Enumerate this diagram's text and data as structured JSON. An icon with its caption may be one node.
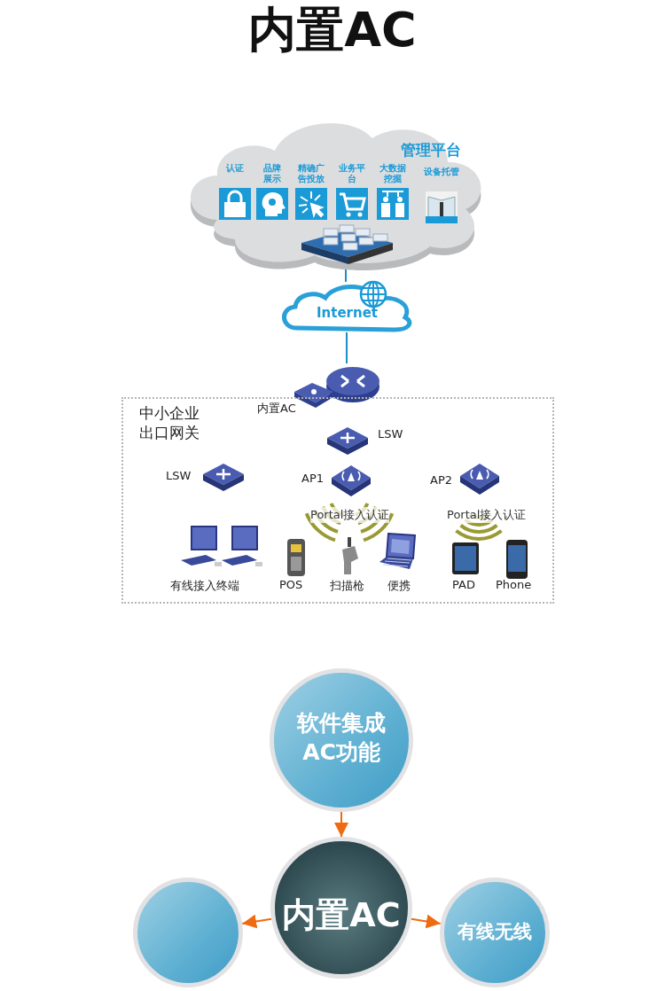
{
  "diagram": {
    "title": "内置AC",
    "nodes": [
      {
        "text": [
          "管理平台"
        ]
      },
      {
        "text": [
          "认证"
        ],
        "in": 0
      },
      {
        "text": [
          "品牌展示"
        ],
        "in": 0
      },
      {
        "text": [
          "精确广告投放"
        ],
        "in": 0
      },
      {
        "text": [
          "业务平台"
        ],
        "in": 0
      },
      {
        "text": [
          "大数据挖掘"
        ],
        "in": 0
      },
      {
        "text": [
          "设备托管"
        ],
        "in": 0
      },
      {
        "text": [],
        "shape": "picture",
        "in": 0
      },
      {
        "text": [
          "Internet"
        ]
      },
      {
        "text": [],
        "shape": "picture",
        "beside": [
          "内置AC"
        ]
      },
      {
        "text": [
          "中小企业出口网关"
        ]
      },
      {
        "text": [],
        "shape": "picture",
        "in": 10,
        "beside": [
          "LSW"
        ]
      },
      {
        "text": [],
        "shape": "picture",
        "in": 10,
        "beside": [
          "LSW"
        ]
      },
      {
        "text": [],
        "shape": "picture",
        "in": 10,
        "beside": [
          "AP1"
        ]
      },
      {
        "text": [],
        "shape": "picture",
        "in": 10,
        "beside": [
          "AP2"
        ]
      },
      {
        "text": [],
        "shape": "picture",
        "in": 10,
        "beside": [
          "有线接入终端"
        ]
      },
      {
        "text": [],
        "shape": "picture",
        "in": 10,
        "beside": [
          "POS"
        ]
      },
      {
        "text": [],
        "shape": "picture",
        "in": 10,
        "beside": [
          "扫描枪"
        ]
      },
      {
        "text": [],
        "shape": "picture",
        "in": 10,
        "beside": [
          "便携"
        ]
      },
      {
        "text": [],
        "shape": "picture",
        "in": 10,
        "beside": [
          "PAD"
        ]
      },
      {
        "text": [],
        "shape": "picture",
        "in": 10,
        "beside": [
          "Phone"
        ]
      },
      {
        "text": [
          "软件集成AC功能"
        ]
      },
      {
        "text": [
          "内置AC"
        ]
      },
      {
        "text": [],
        "shape": "circle"
      },
      {
        "text": [
          "有线无线"
        ]
      }
    ],
    "edges": [
      {
        "from": 7,
        "to": 8,
        "arrow": "none",
        "color": "#1b8fc6"
      },
      {
        "from": 8,
        "to": 9,
        "arrow": "none",
        "color": "#1b8fc6"
      },
      {
        "from": 21,
        "to": 22,
        "arrow": "to"
      },
      {
        "from": 22,
        "to": 23,
        "arrow": "to"
      },
      {
        "from": 22,
        "to": 24,
        "arrow": "to"
      }
    ],
    "labels": [
      "Portal接入认证",
      "Portal接入认证"
    ]
  }
}
